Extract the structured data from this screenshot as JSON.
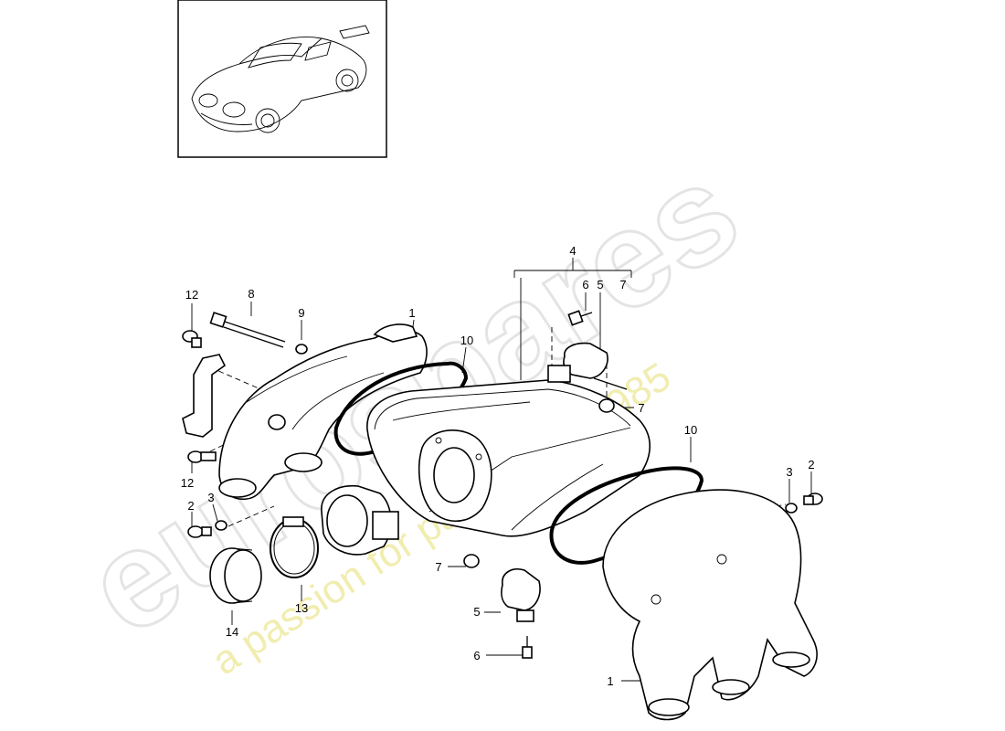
{
  "watermark": {
    "brand": "eurospares",
    "tagline": "a passion for parts since 1985",
    "brand_color": "#e6e6e6",
    "tagline_color": "#f3efb3"
  },
  "thumbnail": {
    "icon": "porsche-911-car-icon"
  },
  "callouts": {
    "c1_top": "1",
    "c1_bottom": "1",
    "c2_left": "2",
    "c2_right": "2",
    "c3_left": "3",
    "c3_right": "3",
    "c4": "4",
    "c5_top": "5",
    "c5_bottom": "5",
    "c6_top": "6",
    "c6_bottom": "6",
    "c7_bracket": "7",
    "c7_right": "7",
    "c7_lower": "7",
    "c8": "8",
    "c9": "9",
    "c10_left": "10",
    "c10_right": "10",
    "c12_top": "12",
    "c12_mid": "12",
    "c13": "13",
    "c14": "14"
  }
}
